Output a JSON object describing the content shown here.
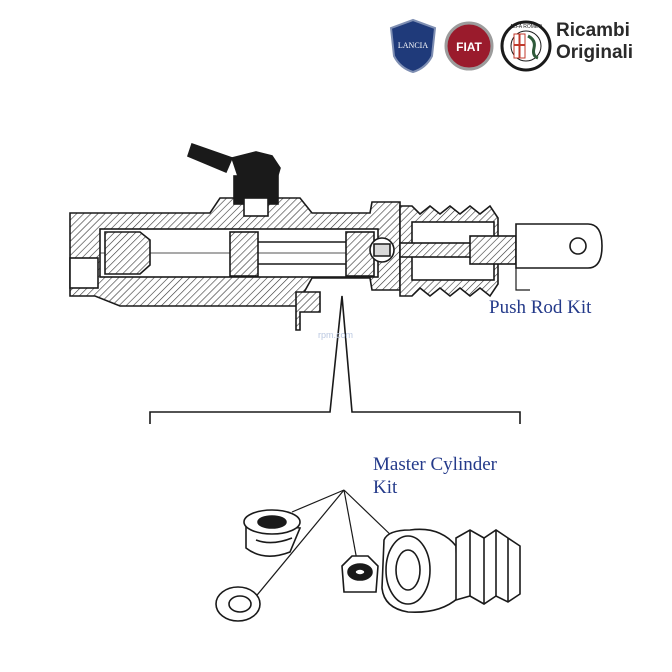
{
  "brand": {
    "logos": [
      {
        "name": "lancia",
        "text": "LANCIA",
        "color": "#1f3a7a"
      },
      {
        "name": "fiat",
        "text": "FIAT",
        "color": "#9a1b2c"
      },
      {
        "name": "alfa-romeo",
        "text": "ALFA ROMEO",
        "color": "#2f5a3a"
      }
    ],
    "line1": "Ricambi",
    "line2": "Originali"
  },
  "callouts": {
    "push_rod_kit": "Push Rod Kit",
    "master_cylinder_kit_line1": "Master Cylinder",
    "master_cylinder_kit_line2": "Kit"
  },
  "watermark": "rpm.com",
  "colors": {
    "label": "#243a8a",
    "drawing": "#1a1a1a"
  }
}
